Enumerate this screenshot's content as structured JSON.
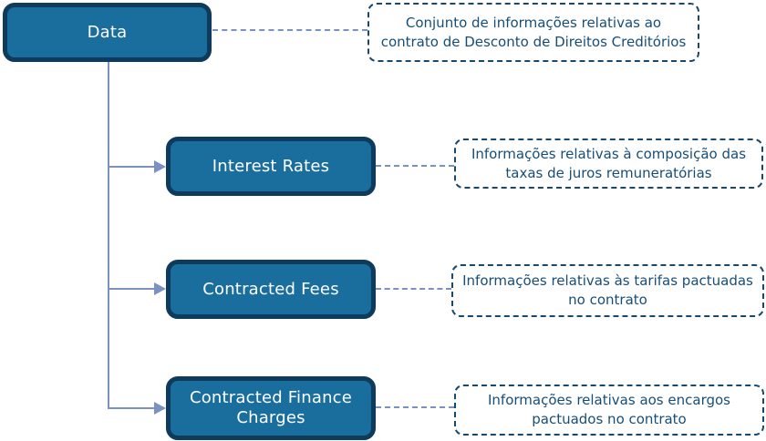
{
  "diagram": {
    "title": "Data hierarchy diagram",
    "colors": {
      "background": "#FFFFFF",
      "node_fill": "#1A6E9E",
      "node_border": "#0E3A5C",
      "node_text": "#FFFFFF",
      "note_border": "#17486E",
      "note_text": "#174E78",
      "connector": "#7A91C4"
    },
    "root": {
      "label": "Data",
      "note": "Conjunto de informações relativas ao contrato de Desconto de Direitos Creditórios"
    },
    "children": [
      {
        "label": "Interest Rates",
        "note": "Informações relativas à composição das taxas de juros remuneratórias"
      },
      {
        "label": "Contracted Fees",
        "note": "Informações relativas às tarifas pactuadas no contrato"
      },
      {
        "label": "Contracted Finance Charges",
        "note": "Informações relativas aos encargos pactuados no contrato"
      }
    ]
  }
}
